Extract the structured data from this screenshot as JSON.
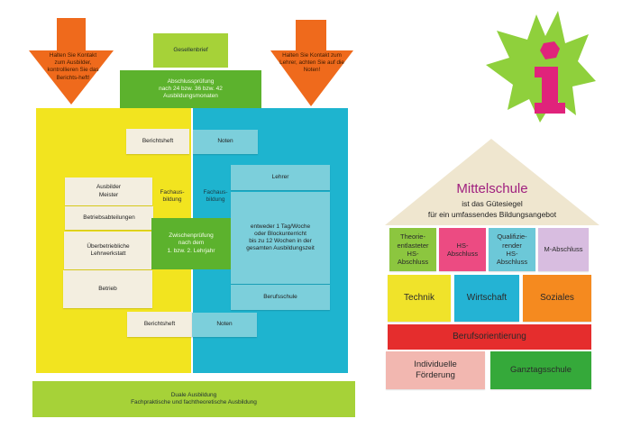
{
  "left_diagram": {
    "arrow_left_text": "Halten Sie Kontakt zum Ausbilder, kontrollieren Sie das Berichts-heft!",
    "arrow_right_text": "Halten Sie Kontakt zum Lehrer, achten Sie auf die Noten!",
    "gesellenbrief": "Gesellenbrief",
    "abschlusspruefung": [
      "Abschlussprüfung",
      "nach 24 bzw. 36 bzw. 42",
      "Ausbildungsmonaten"
    ],
    "betrieb_column": {
      "berichtsheft_top": "Berichtsheft",
      "ausbilder": [
        "Ausbilder",
        "Meister"
      ],
      "betriebsabteilungen": "Betriebsabteilungen",
      "ueberbetriebliche": [
        "Überbetriebliche",
        "Lehrwerkstatt"
      ],
      "betrieb": "Betrieb",
      "berichtsheft_bottom": "Berichtsheft",
      "fachausbildung": [
        "Fachaus-",
        "bildung"
      ]
    },
    "schule_column": {
      "noten_top": "Noten",
      "lehrer": "Lehrer",
      "unterricht": [
        "entweder 1 Tag/Woche",
        "oder Blockunterricht",
        "bis zu 12 Wochen in der",
        "gesamten Ausbildungszeit"
      ],
      "berufsschule": "Berufsschule",
      "noten_bottom": "Noten",
      "fachausbildung": [
        "Fachaus-",
        "bildung"
      ]
    },
    "zwischenpruefung": [
      "Zwischenprüfung",
      "nach dem",
      "1. bzw. 2. Lehrjahr"
    ],
    "duale_ausbildung": [
      "Duale Ausbildung",
      "Fachpraktische und fachtheoretische Ausbildung"
    ]
  },
  "info_badge": {
    "icon": "info-icon",
    "letter": "i"
  },
  "house": {
    "title": "Mittelschule",
    "subtitle_1": "ist das Gütesiegel",
    "subtitle_2": "für ein umfassendes Bildungsangebot",
    "row1": [
      {
        "label": "Theorie-\nentlasteter\nHS-\nAbschluss",
        "color": "#8cc63f"
      },
      {
        "label": "HS-\nAbschluss",
        "color": "#ec4b82"
      },
      {
        "label": "Qualifizie-\nrender\nHS-\nAbschluss",
        "color": "#6cc8d8"
      },
      {
        "label": "M-Abschluss",
        "color": "#d8bde0"
      }
    ],
    "row2": [
      {
        "label": "Technik",
        "color": "#f0e32a"
      },
      {
        "label": "Wirtschaft",
        "color": "#24b3d4"
      },
      {
        "label": "Soziales",
        "color": "#f58a1f"
      }
    ],
    "berufsorientierung": {
      "label": "Berufsorientierung",
      "color": "#e52d2d"
    },
    "row4": [
      {
        "label": "Individuelle\nFörderung",
        "color": "#f2b7b0"
      },
      {
        "label": "Ganztagsschule",
        "color": "#35a93a"
      }
    ]
  },
  "colors": {
    "yellow": "#f2e41f",
    "cyan": "#1eb4cf",
    "orange": "#ef6a1c",
    "green": "#5cb22d",
    "lime": "#a6d238",
    "star": "#8fd03c",
    "magenta": "#e0237b",
    "roof": "#efe6cf",
    "title": "#a0207f"
  }
}
